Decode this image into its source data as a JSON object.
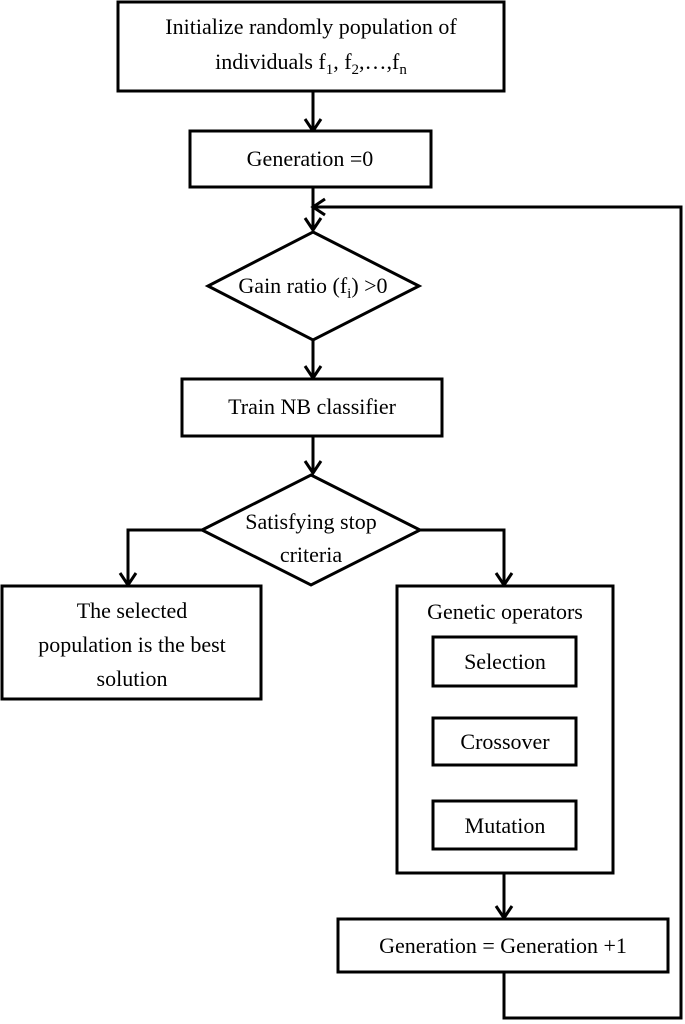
{
  "nodes": {
    "init": {
      "line1": "Initialize randomly population of",
      "line2_prefix": "individuals f",
      "sub1": "1",
      "sep1": ", f",
      "sub2": "2",
      "sep2": ",…,f",
      "sub3": "n"
    },
    "generation_zero": {
      "label": "Generation =0"
    },
    "gain_ratio": {
      "prefix": "Gain ratio (f",
      "sub": "i",
      "suffix": ") >0"
    },
    "train": {
      "label": "Train NB classifier"
    },
    "stop_criteria": {
      "line1": "Satisfying stop",
      "line2": "criteria"
    },
    "best_solution": {
      "line1": "The selected",
      "line2": "population is the best",
      "line3": "solution"
    },
    "genetic_operators": {
      "title": "Genetic operators",
      "selection": "Selection",
      "crossover": "Crossover",
      "mutation": "Mutation"
    },
    "increment": {
      "label": "Generation = Generation +1"
    }
  }
}
